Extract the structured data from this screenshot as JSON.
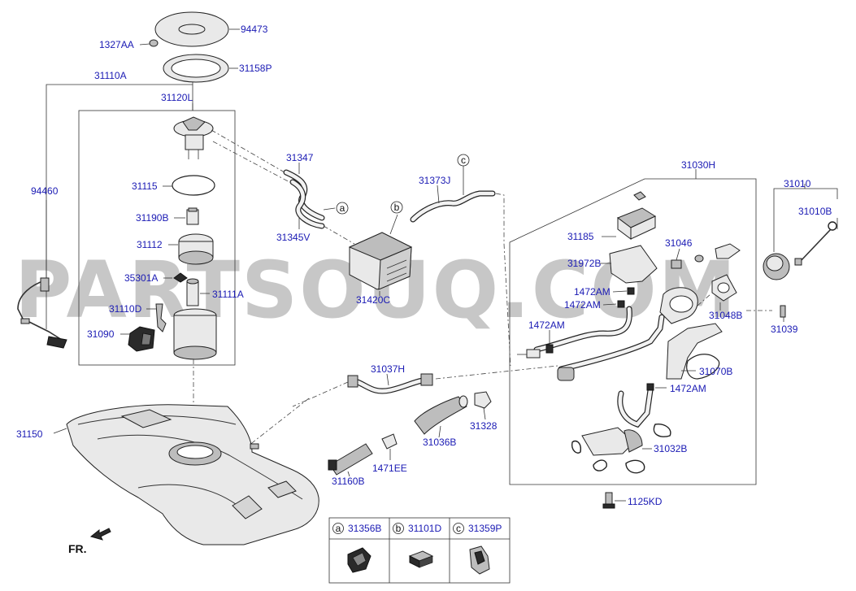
{
  "watermark": "PARTSOUQ.COM",
  "direction_label": "FR.",
  "labels": {
    "p94473": "94473",
    "p1327AA": "1327AA",
    "p31158P": "31158P",
    "p31110A": "31110A",
    "p31120L": "31120L",
    "p94460": "94460",
    "p31115": "31115",
    "p31190B": "31190B",
    "p31112": "31112",
    "p35301A": "35301A",
    "p31111A": "31111A",
    "p31110D": "31110D",
    "p31090": "31090",
    "p31347": "31347",
    "p31345V": "31345V",
    "p31373J": "31373J",
    "p31420C": "31420C",
    "p31030H": "31030H",
    "p31185": "31185",
    "p31046": "31046",
    "p31972B": "31972B",
    "p1472AM_a": "1472AM",
    "p1472AM_b": "1472AM",
    "p1472AM_c": "1472AM",
    "p1472AM_d": "1472AM",
    "p31048B": "31048B",
    "p31010": "31010",
    "p31010B": "31010B",
    "p31039": "31039",
    "p31070B": "31070B",
    "p31037H": "31037H",
    "p31328": "31328",
    "p31036B": "31036B",
    "p31150": "31150",
    "p1471EE": "1471EE",
    "p31160B": "31160B",
    "p31032B": "31032B",
    "p1125KD": "1125KD"
  },
  "callouts": {
    "a": "a",
    "b": "b",
    "c": "c"
  },
  "legend": [
    {
      "letter": "a",
      "part": "31356B"
    },
    {
      "letter": "b",
      "part": "31101D"
    },
    {
      "letter": "c",
      "part": "31359P"
    }
  ]
}
